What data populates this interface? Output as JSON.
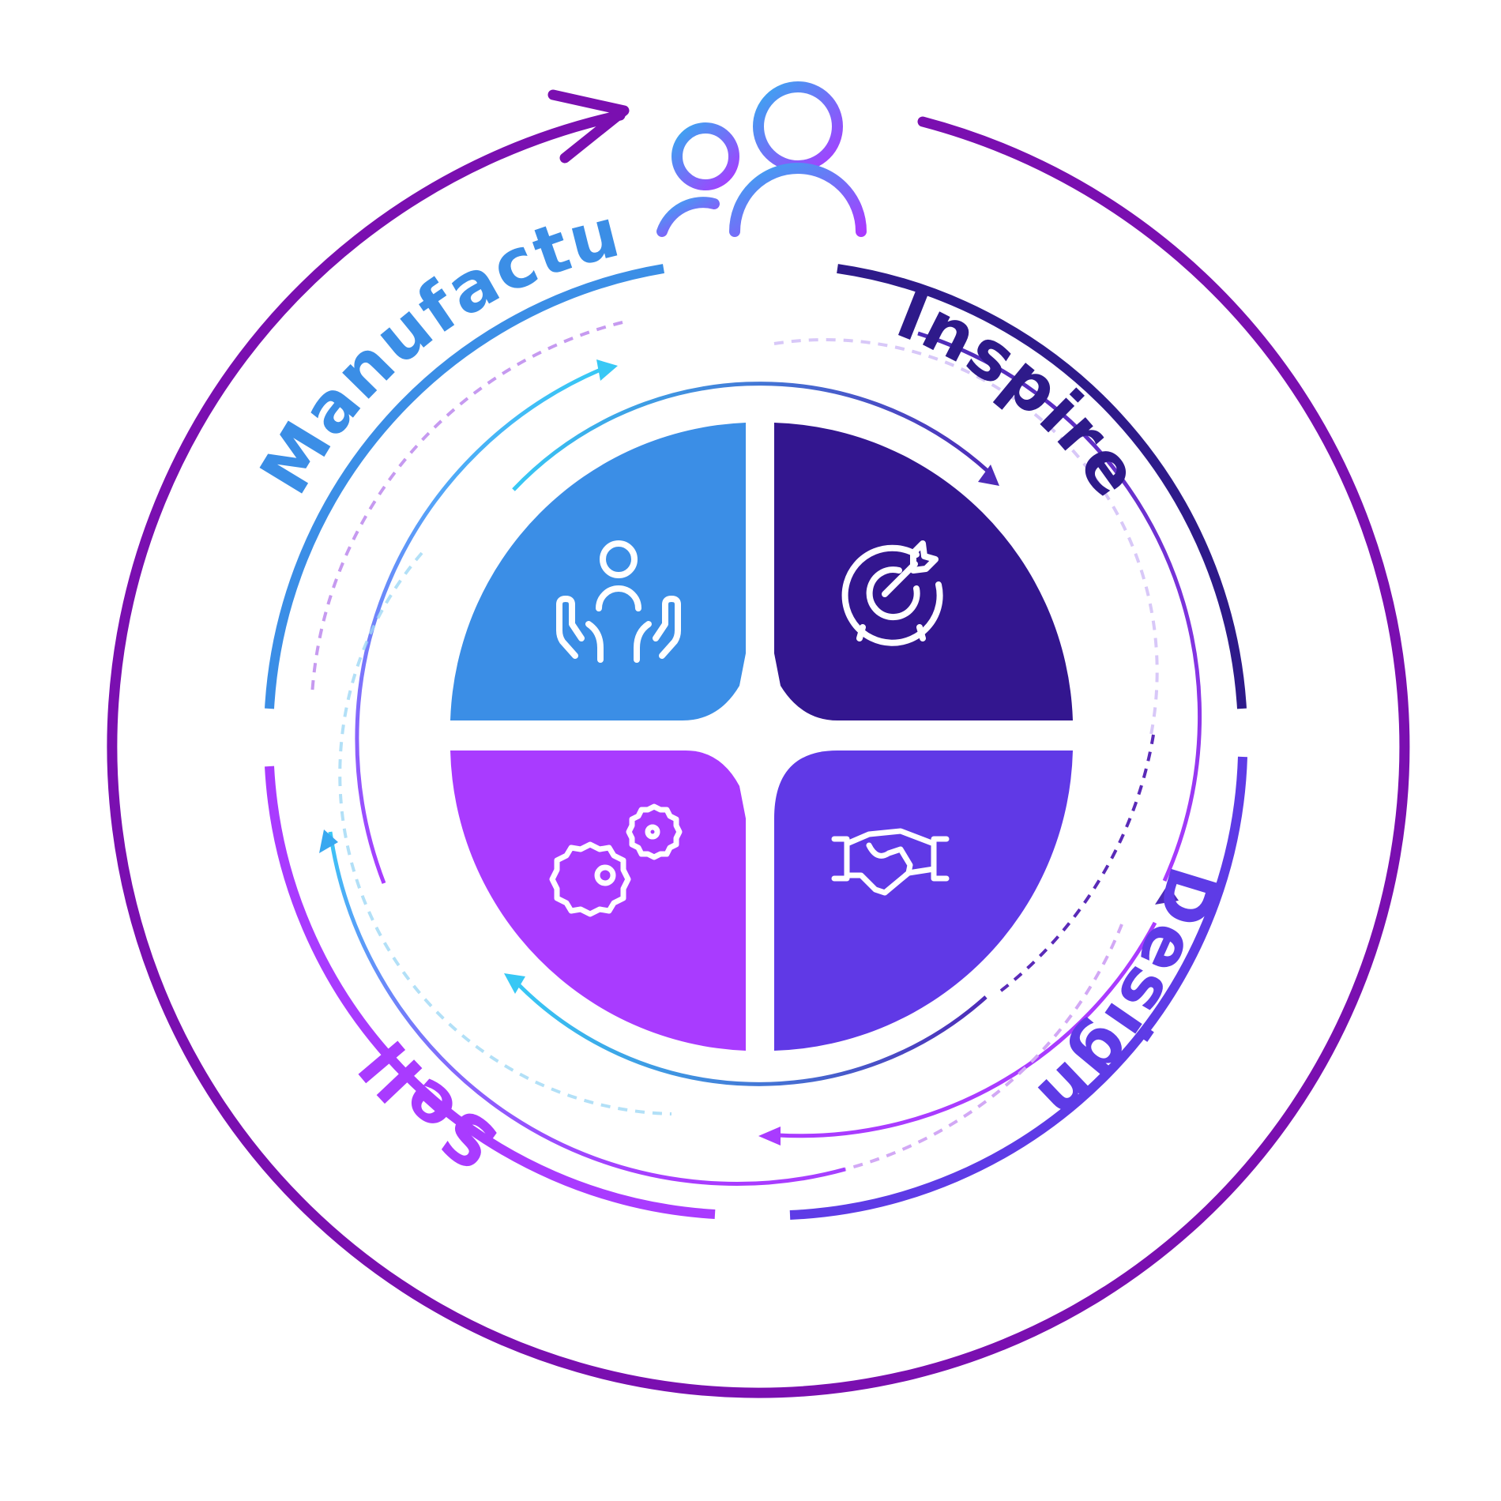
{
  "stages": [
    {
      "id": "inspire",
      "label": "Inspire",
      "color": "#2E1A8A",
      "icon": "target-arrow-icon",
      "quadrant": "top-right"
    },
    {
      "id": "design",
      "label": "Design",
      "color": "#5E3BE6",
      "icon": "handshake-icon",
      "quadrant": "bottom-right"
    },
    {
      "id": "sell",
      "label": "Sell",
      "color": "#A93BFF",
      "icon": "gears-icon",
      "quadrant": "bottom-left"
    },
    {
      "id": "manufacture",
      "label": "Manufacture",
      "color": "#3B8EE6",
      "icon": "person-hands-icon",
      "quadrant": "top-left"
    }
  ],
  "center_icon": "users-icon",
  "colors": {
    "outer_ring": "#7A0FB0",
    "quad_top_left": "#3B8EE6",
    "quad_top_right": "#33168F",
    "quad_bottom_left": "#A93BFF",
    "quad_bottom_right": "#6039E6",
    "cyan": "#38C8F5",
    "violet": "#8A3BE6"
  }
}
